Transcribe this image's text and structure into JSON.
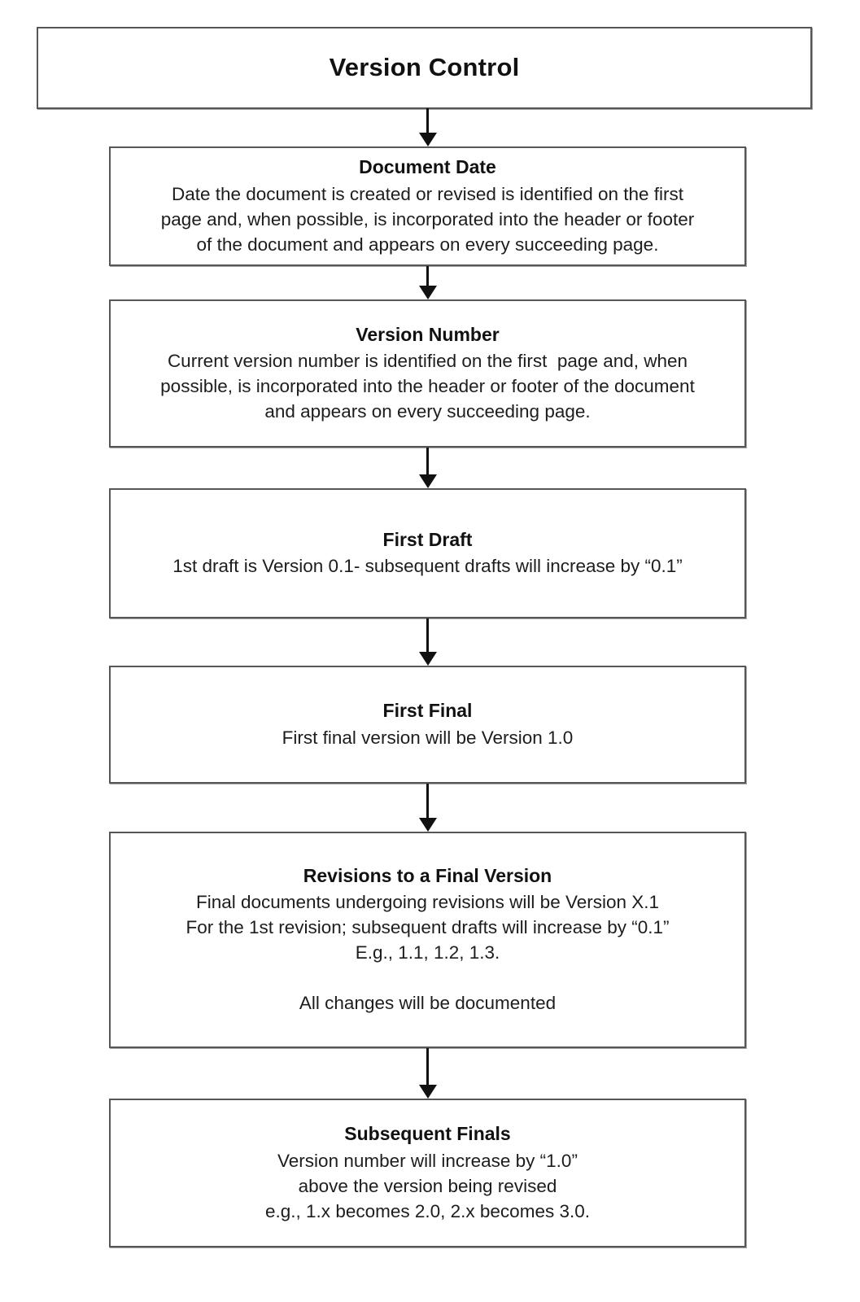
{
  "diagram": {
    "type": "flowchart",
    "orientation": "top-to-bottom",
    "title_node": {
      "label": "Version Control"
    },
    "nodes": [
      {
        "id": "document-date",
        "title": "Document Date",
        "lines": [
          "Date the document is created or revised is identified on the first",
          "page and, when possible, is incorporated into the header or footer",
          "of the document and appears on every succeeding page."
        ]
      },
      {
        "id": "version-number",
        "title": "Version Number",
        "lines": [
          "Current version number is identified on the first  page and, when",
          "possible, is incorporated into the header or footer of the document",
          "and appears on every succeeding page."
        ]
      },
      {
        "id": "first-draft",
        "title": "First Draft",
        "lines": [
          "1st draft is Version 0.1- subsequent drafts will increase by “0.1”"
        ]
      },
      {
        "id": "first-final",
        "title": "First Final",
        "lines": [
          "First final version will be Version 1.0"
        ]
      },
      {
        "id": "revisions",
        "title": "Revisions to a Final Version",
        "lines": [
          "Final documents undergoing revisions will be Version X.1",
          "For the 1st revision; subsequent drafts will increase by “0.1”",
          "E.g., 1.1, 1.2, 1.3.",
          "",
          "All changes will be documented"
        ]
      },
      {
        "id": "subsequent-finals",
        "title": "Subsequent Finals",
        "lines": [
          "Version number will increase by “1.0”",
          "above the version being revised",
          "e.g., 1.x becomes 2.0, 2.x becomes 3.0."
        ]
      }
    ],
    "connectors": [
      {
        "id": "conn-1",
        "from": "title",
        "to": "document-date",
        "arrow": "down"
      },
      {
        "id": "conn-2",
        "from": "document-date",
        "to": "version-number",
        "arrow": "down"
      },
      {
        "id": "conn-3",
        "from": "version-number",
        "to": "first-draft",
        "arrow": "down"
      },
      {
        "id": "conn-4",
        "from": "first-draft",
        "to": "first-final",
        "arrow": "down"
      },
      {
        "id": "conn-5",
        "from": "first-final",
        "to": "revisions",
        "arrow": "down"
      },
      {
        "id": "conn-6",
        "from": "revisions",
        "to": "subsequent-finals",
        "arrow": "down"
      }
    ],
    "colors": {
      "background": "#ffffff",
      "box_border": "#565656",
      "text": "#1a1a1a",
      "arrow": "#111111"
    }
  }
}
